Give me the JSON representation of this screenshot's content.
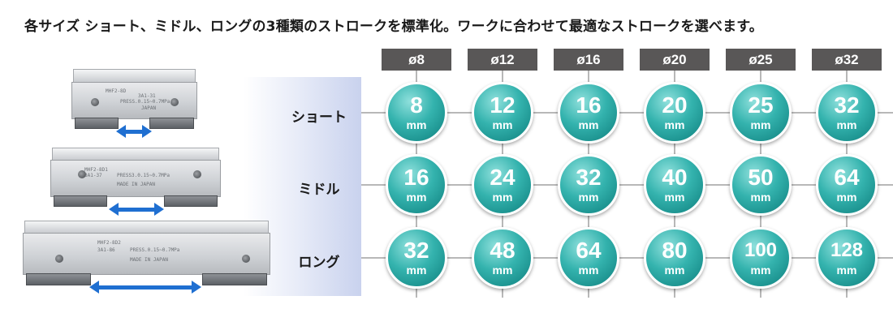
{
  "headline": "各サイズ ショート、ミドル、ロングの3種類のストロークを標準化。ワークに合わせて最適なストロークを選べます。",
  "columns": [
    "ø8",
    "ø12",
    "ø16",
    "ø20",
    "ø25",
    "ø32"
  ],
  "rows": [
    {
      "label": "ショート",
      "values": [
        "8",
        "12",
        "16",
        "20",
        "25",
        "32"
      ]
    },
    {
      "label": "ミドル",
      "values": [
        "16",
        "24",
        "32",
        "40",
        "50",
        "64"
      ]
    },
    {
      "label": "ロング",
      "values": [
        "32",
        "48",
        "64",
        "80",
        "100",
        "128"
      ]
    }
  ],
  "unit": "mm",
  "grippers": [
    {
      "model": "MHF2-8D",
      "code": "3A1-31",
      "press": "PRESS.0.15~0.7MPa",
      "made": "JAPAN"
    },
    {
      "model": "MHF2-8D1",
      "code": "3A1-37",
      "press": "PRESS3.0.15~0.7MPa",
      "made": "MADE IN JAPAN"
    },
    {
      "model": "MHF2-8D2",
      "code": "3A1-86",
      "press": "PRESS.0.15~0.7MPa",
      "made": "MADE IN JAPAN"
    }
  ],
  "colors": {
    "bubble": "#1f9e9a",
    "header": "#595757",
    "arrow": "#1f6fd1"
  }
}
